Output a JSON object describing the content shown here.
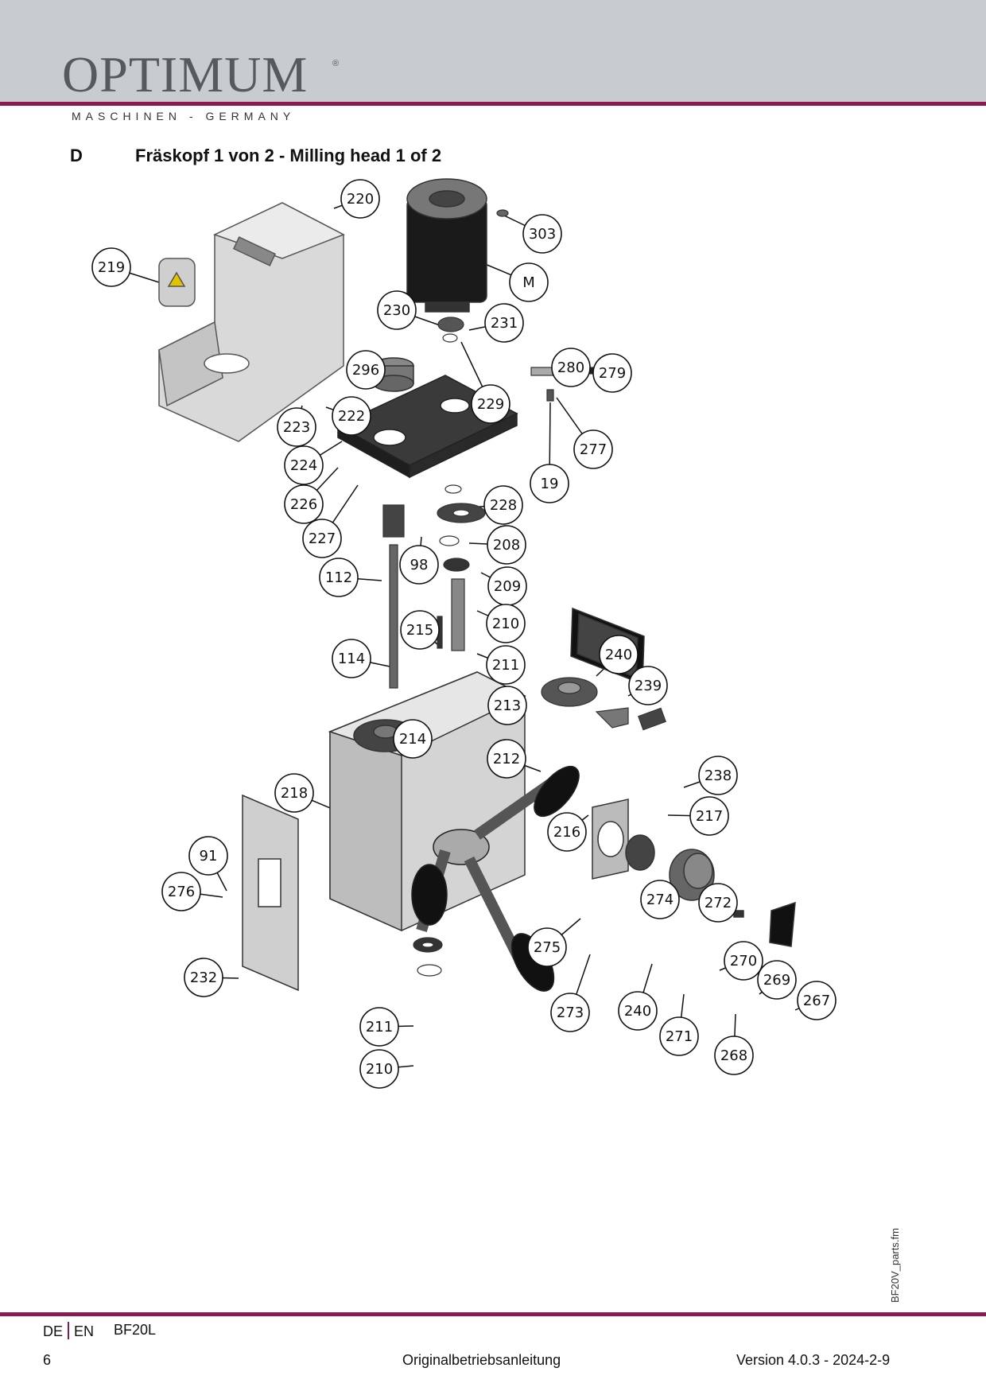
{
  "header": {
    "logo_text": "OPTIMUM",
    "logo_registered": "®",
    "tagline": "MASCHINEN - GERMANY"
  },
  "section": {
    "letter": "D",
    "title": "Fräskopf 1 von 2 - Milling head 1 of 2"
  },
  "diagram": {
    "callouts": [
      "220",
      "303",
      "M",
      "219",
      "230",
      "231",
      "296",
      "280",
      "279",
      "229",
      "223",
      "222",
      "277",
      "224",
      "19",
      "226",
      "228",
      "227",
      "208",
      "98",
      "112",
      "209",
      "210",
      "215",
      "211",
      "114",
      "213",
      "240",
      "239",
      "214",
      "212",
      "218",
      "238",
      "217",
      "216",
      "91",
      "276",
      "274",
      "272",
      "275",
      "270",
      "232",
      "269",
      "267",
      "273",
      "240",
      "211",
      "271",
      "268",
      "210"
    ]
  },
  "side_note": "BF20V_parts.fm",
  "footer": {
    "lang_de": "DE",
    "lang_en": "EN",
    "model": "BF20L",
    "page": "6",
    "doc_name": "Originalbetriebsanleitung",
    "version": "Version 4.0.3 - 2024-2-9"
  },
  "colors": {
    "accent": "#8b1a4f",
    "header_band": "#c8cbcf"
  }
}
